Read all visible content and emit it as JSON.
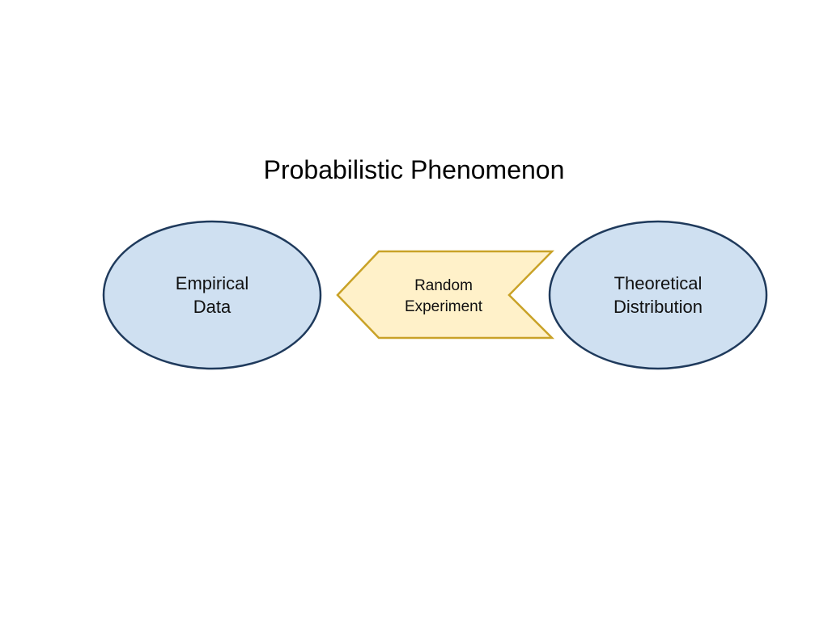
{
  "title": "Probabilistic Phenomenon",
  "nodes": {
    "empirical": {
      "line1": "Empirical",
      "line2": "Data"
    },
    "theoretical": {
      "line1": "Theoretical",
      "line2": "Distribution"
    }
  },
  "connector": {
    "line1": "Random",
    "line2": "Experiment"
  },
  "colors": {
    "ellipse_fill": "#cfe0f1",
    "ellipse_stroke": "#1f3a5c",
    "arrow_fill": "#fff1c9",
    "arrow_stroke": "#c9a227"
  }
}
